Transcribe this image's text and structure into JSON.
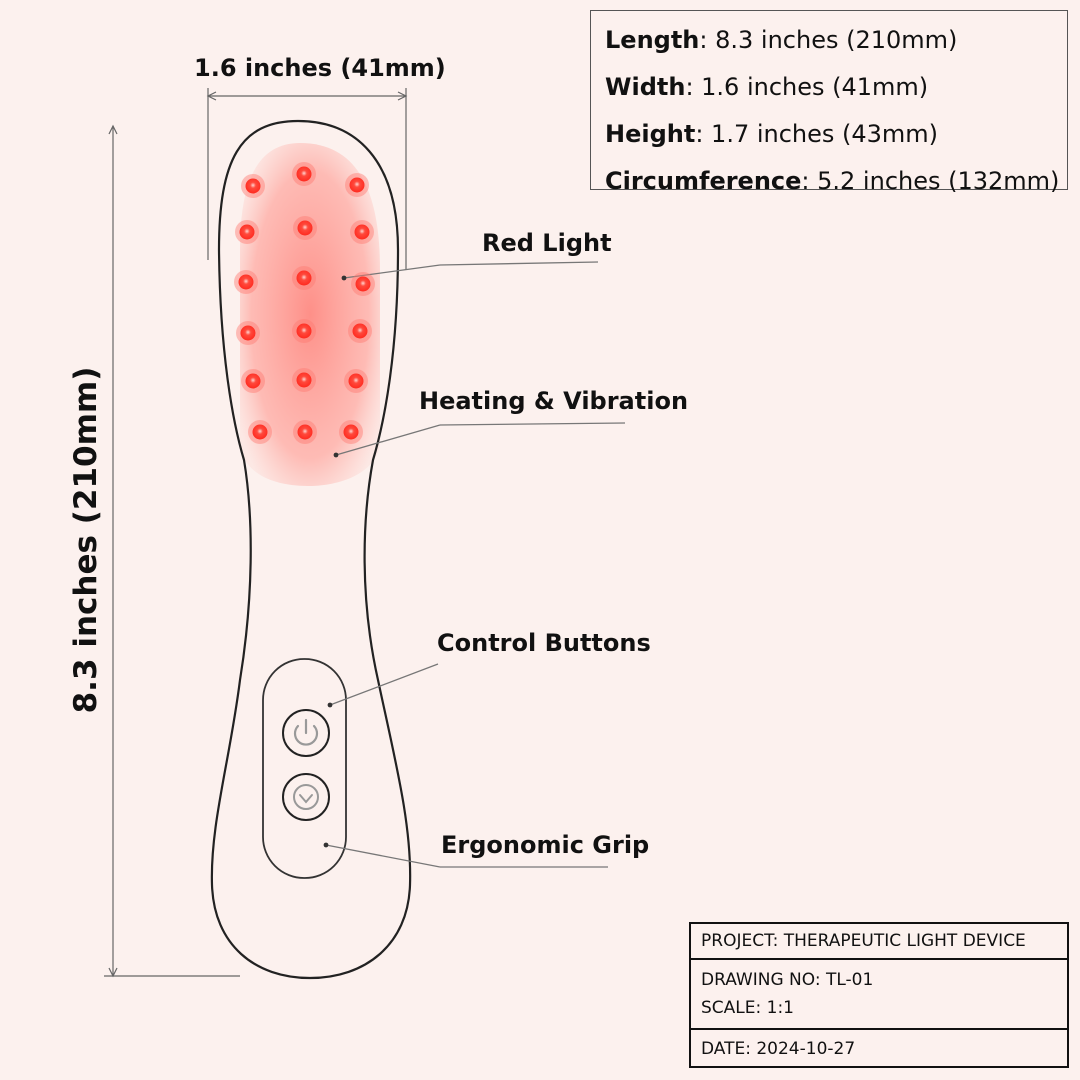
{
  "dimensions": {
    "width_label": "1.6 inches (41mm)",
    "length_label": "8.3 inches (210mm)"
  },
  "callouts": {
    "red_light": "Red Light",
    "heating_vibration": "Heating & Vibration",
    "control_buttons": "Control Buttons",
    "ergonomic_grip": "Ergonomic Grip"
  },
  "specs": [
    {
      "name": "Length",
      "value": ": 8.3 inches (210mm)"
    },
    {
      "name": "Width",
      "value": ": 1.6 inches (41mm)"
    },
    {
      "name": "Height",
      "value": ": 1.7 inches (43mm)"
    },
    {
      "name": "Circumference",
      "value": ": 5.2 inches (132mm)"
    }
  ],
  "title_block": {
    "project": "PROJECT: THERAPEUTIC LIGHT DEVICE",
    "drawing_no": "DRAWING NO: TL-01",
    "scale": "SCALE: 1:1",
    "date": "DATE: 2024-10-27"
  },
  "buttons": {
    "power_icon": "power-icon",
    "down_icon": "chevron-down-icon"
  },
  "colors": {
    "background": "#fcf1ee",
    "led_glow": "#ff8a80",
    "led_core": "#ff3b30",
    "outline": "#222222"
  }
}
